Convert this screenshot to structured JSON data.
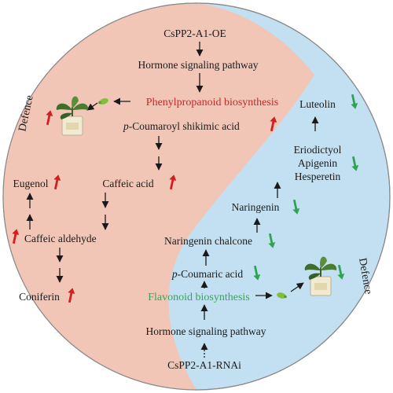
{
  "colors": {
    "oe_region": "#f2c6b6",
    "rnai_region": "#c2e0f2",
    "outline": "#8a8a8a",
    "up_arrow": "#d21e1e",
    "down_arrow": "#2ea44f",
    "pathway_red": "#c62828",
    "pathway_green": "#3aa35a",
    "leaf": "#7fbf3a"
  },
  "oe_side": {
    "top_label": "CsPP2-A1-OE",
    "hormone": "Hormone signaling pathway",
    "pathway": "Phenylpropanoid biosynthesis",
    "coumaroyl_prefix": "p",
    "coumaroyl_rest": "-Coumaroyl shikimic acid",
    "caffeic_acid": "Caffeic acid",
    "eugenol": "Eugenol",
    "caffeic_aldehyde": "Caffeic aldehyde",
    "coniferin": "Coniferin",
    "defence": "Defence",
    "plant_icon": "potted-plant-icon",
    "insect_icon": "insect-icon"
  },
  "rnai_side": {
    "bottom_label": "CsPP2-A1-RNAi",
    "hormone": "Hormone signaling pathway",
    "pathway": "Flavonoid biosynthesis",
    "coumaric_prefix": "p",
    "coumaric_rest": "-Coumaric acid",
    "chalcone": "Naringenin chalcone",
    "naringenin": "Naringenin",
    "hesperetin": "Hesperetin",
    "apigenin": "Apigenin",
    "eriodictyol": "Eriodictyol",
    "luteolin": "Luteolin",
    "defence": "Defence",
    "plant_icon": "potted-plant-icon",
    "insect_icon": "insect-icon"
  }
}
